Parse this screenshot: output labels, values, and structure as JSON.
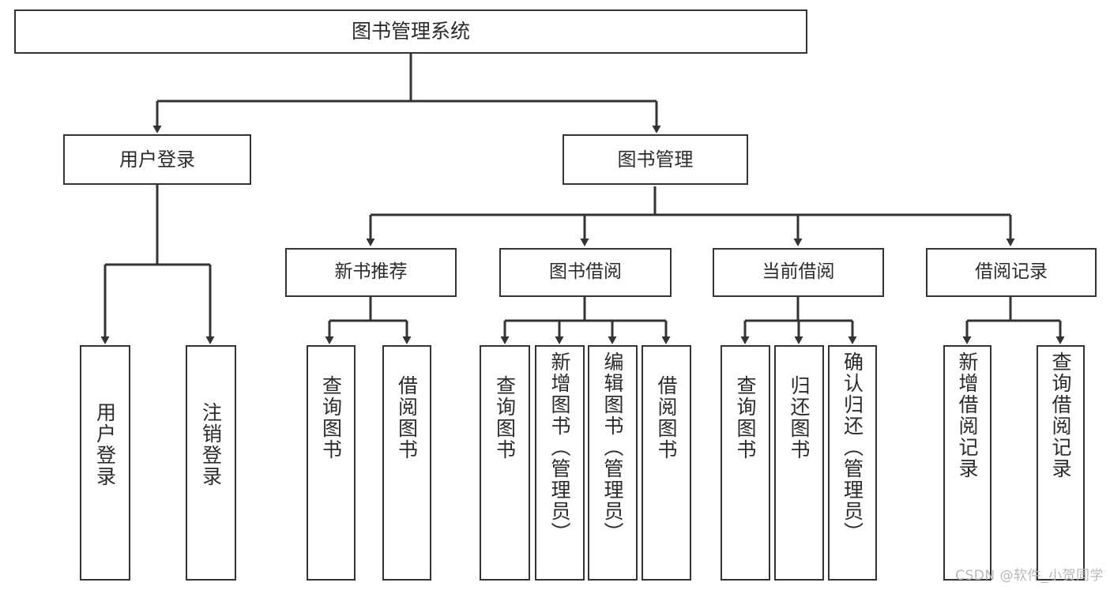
{
  "diagram": {
    "type": "tree",
    "title": "图书管理系统",
    "background_color": "#ffffff",
    "line_color": "#333333",
    "text_color": "#2b2b2b",
    "watermark": "CSDN @软件_小贺同学",
    "watermark_color": "#b8b8b8"
  },
  "root": {
    "label": "图书管理系统"
  },
  "level1": [
    {
      "label": "用户登录"
    },
    {
      "label": "图书管理"
    }
  ],
  "level2": [
    {
      "label": "新书推荐"
    },
    {
      "label": "图书借阅"
    },
    {
      "label": "当前借阅"
    },
    {
      "label": "借阅记录"
    }
  ],
  "leaves": {
    "user_login": [
      {
        "label": "用户登录"
      },
      {
        "label": "注销登录"
      }
    ],
    "new_book_recommend": [
      {
        "label": "查询图书"
      },
      {
        "label": "借阅图书"
      }
    ],
    "book_borrow": [
      {
        "label": "查询图书"
      },
      {
        "label": "新增图书（管理员）"
      },
      {
        "label": "编辑图书（管理员）"
      },
      {
        "label": "借阅图书"
      }
    ],
    "current_borrow": [
      {
        "label": "查询图书"
      },
      {
        "label": "归还图书"
      },
      {
        "label": "确认归还（管理员）"
      }
    ],
    "borrow_record": [
      {
        "label": "新增借阅记录"
      },
      {
        "label": "查询借阅记录"
      }
    ]
  }
}
